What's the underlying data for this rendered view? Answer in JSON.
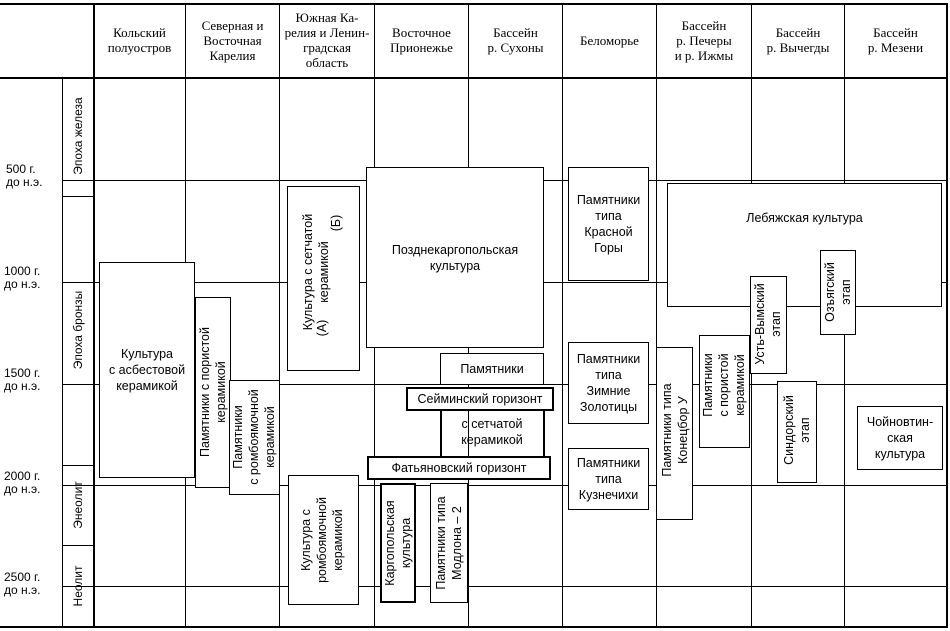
{
  "headers": [
    "Кольский\nполуостров",
    "Северная и\nВосточная\nКарелия",
    "Южная Ка-\nрелия и Ленин-\nградская\nобласть",
    "Восточное\nПрионежье",
    "Бассейн\nр. Сухоны",
    "Беломорье",
    "Бассейн\nр. Печеры\nи р. Ижмы",
    "Бассейн\nр. Вычегды",
    "Бассейн\nр. Мезени"
  ],
  "time_ticks": [
    "500 г.\nдо н.э.",
    "1000 г.\nдо н.э.",
    "1500 г.\nдо н.э.",
    "2000 г.\nдо н.э.",
    "2500 г.\nдо н.э."
  ],
  "eras": [
    "Эпоха железа",
    "Эпоха бронзы",
    "Энеолит",
    "Неолит"
  ],
  "cultures": {
    "asbestos": "Культура\nс асбестовой\nкерамикой",
    "porous_karelia": "Памятники с пористой\nкерамикой",
    "rhombic_karelia": "Памятники\nс ромбоямочной\nкерамикой",
    "netted_culture": "Культура с сетчатой\nкерамикой",
    "netted_a": "(А)",
    "netted_b": "(Б)",
    "rhombic_south": "Культура с\nромбоямочной\nкерамикой",
    "late_kargopol": "Позднекаргопольская\nкультура",
    "monuments": "Памятники",
    "seima": "Сейминский горизонт",
    "netted_small": "с сетчатой\nкерамикой",
    "fatyanovo": "Фатьяновский горизонт",
    "kargopol": "Каргопольская\nкультура",
    "modlona": "Памятники типа\nМодлона – 2",
    "red_hill": "Памятники\nтипа\nКрасной\nГоры",
    "winter_gold": "Памятники\nтипа\nЗимние\nЗолотицы",
    "kuznechikha": "Памятники\nтипа\nКузнечихи",
    "konetsbor": "Памятники типа\nКонецбор У",
    "porous_pechora": "Памятники\nс пористой\nкерамикой",
    "lebyazh": "Лебяжская культура",
    "ust_vym": "Усть-Вымский\nэтап",
    "ozyag": "Озъягский\nэтап",
    "sindor": "Синдорский\nэтап",
    "choinov": "Чойновтин-\nская\nкультура"
  }
}
